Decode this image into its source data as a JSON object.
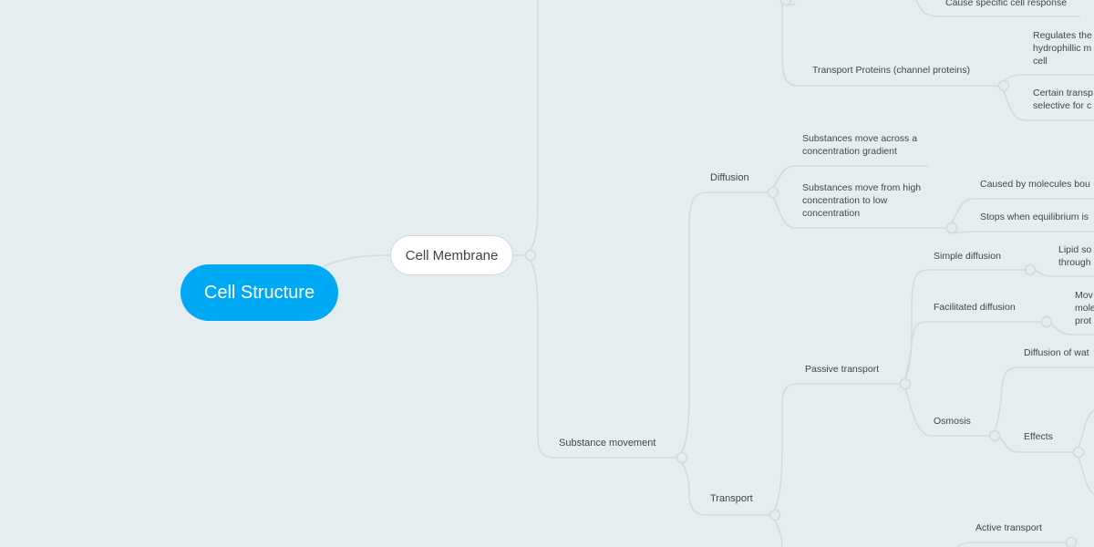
{
  "root": {
    "label": "Cell Structure",
    "color": "#00a9f4"
  },
  "cell_membrane": {
    "label": "Cell Membrane"
  },
  "nodes": {
    "cause_response": "Cause specific cell response",
    "transport_proteins": "Transport Proteins (channel proteins)",
    "regulates": "Regulates the\nhydrophillic m\ncell",
    "certain_transp": "Certain transp\nselective for c",
    "diffusion": "Diffusion",
    "across_gradient": "Substances move across a\nconcentration gradient",
    "high_to_low": "Substances move from high\nconcentration to low\nconcentration",
    "caused_by": "Caused by molecules bou",
    "stops_when": "Stops when equilibrium is",
    "substance_movement": "Substance movement",
    "transport": "Transport",
    "passive_transport": "Passive transport",
    "simple_diffusion": "Simple diffusion",
    "lipid_so": "Lipid so\nthrough",
    "facilitated_diffusion": "Facilitated diffusion",
    "mov_mole": "Mov\nmole\nprot",
    "osmosis": "Osmosis",
    "diffusion_of_water": "Diffusion of wat",
    "effects": "Effects",
    "active_transport": "Active transport"
  }
}
